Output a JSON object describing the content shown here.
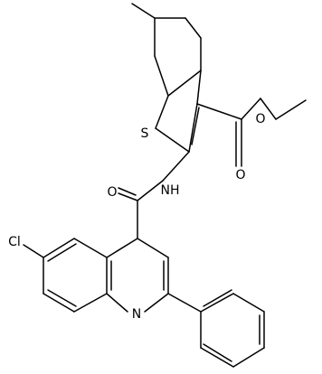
{
  "structure": {
    "atoms": [
      {
        "id": "S",
        "label": "S"
      },
      {
        "id": "NH",
        "label": "NH"
      },
      {
        "id": "N",
        "label": "N"
      },
      {
        "id": "Cl",
        "label": "Cl"
      },
      {
        "id": "O1",
        "label": "O"
      },
      {
        "id": "O2",
        "label": "O"
      },
      {
        "id": "O3",
        "label": "O"
      }
    ]
  },
  "colors": {
    "bond": "#000000",
    "background": "#ffffff",
    "label": "#000000"
  }
}
